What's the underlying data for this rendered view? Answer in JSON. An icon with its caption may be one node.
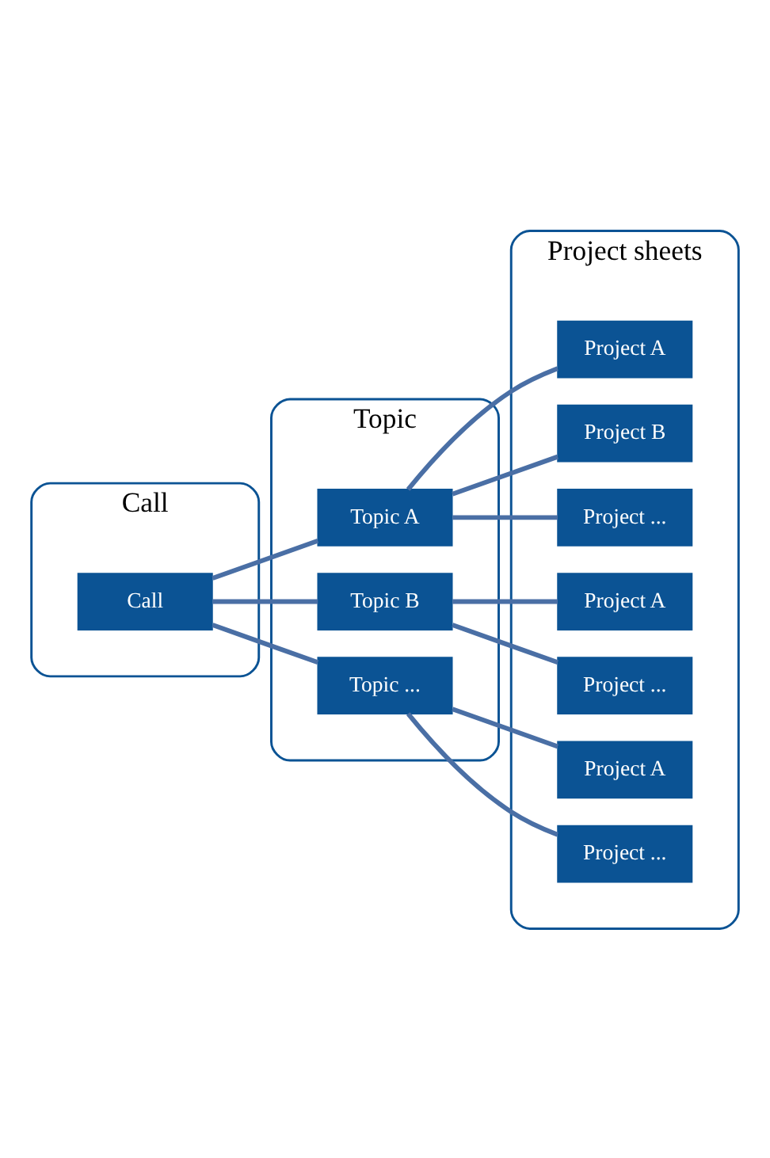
{
  "diagram": {
    "nodes": [
      {
        "text": [
          "Call"
        ]
      },
      {
        "text": [
          "Topic"
        ]
      },
      {
        "text": [
          "Project sheets"
        ]
      },
      {
        "text": [
          "Call"
        ],
        "in": 0
      },
      {
        "text": [
          "Topic A"
        ],
        "in": 1
      },
      {
        "text": [
          "Topic B"
        ],
        "in": 1
      },
      {
        "text": [
          "Topic ..."
        ],
        "in": 1
      },
      {
        "text": [
          "Project A"
        ],
        "in": 2
      },
      {
        "text": [
          "Project B"
        ],
        "in": 2
      },
      {
        "text": [
          "Project ..."
        ],
        "in": 2
      },
      {
        "text": [
          "Project A"
        ],
        "in": 2
      },
      {
        "text": [
          "Project ..."
        ],
        "in": 2
      },
      {
        "text": [
          "Project A"
        ],
        "in": 2
      },
      {
        "text": [
          "Project ..."
        ],
        "in": 2
      }
    ],
    "edges": [
      {
        "from": 3,
        "to": 4,
        "arrow": "none"
      },
      {
        "from": 3,
        "to": 5,
        "arrow": "none"
      },
      {
        "from": 3,
        "to": 6,
        "arrow": "none"
      },
      {
        "from": 4,
        "to": 7,
        "arrow": "none"
      },
      {
        "from": 4,
        "to": 8,
        "arrow": "none"
      },
      {
        "from": 4,
        "to": 9,
        "arrow": "none"
      },
      {
        "from": 5,
        "to": 10,
        "arrow": "none"
      },
      {
        "from": 5,
        "to": 11,
        "arrow": "none"
      },
      {
        "from": 6,
        "to": 12,
        "arrow": "none"
      },
      {
        "from": 6,
        "to": 13,
        "arrow": "none"
      }
    ]
  }
}
